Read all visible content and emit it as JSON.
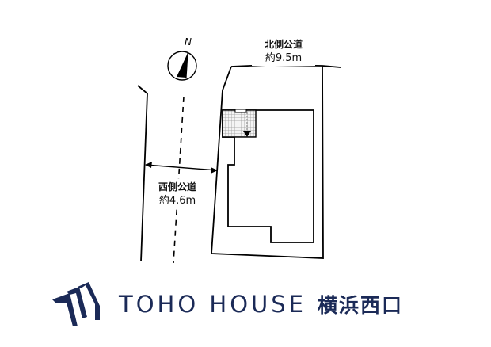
{
  "north_arrow": {
    "letter": "N"
  },
  "roads": {
    "north": {
      "name": "北側公道",
      "width": "約9.5m"
    },
    "west": {
      "name": "西側公道",
      "width": "約4.6m"
    }
  },
  "legend": {
    "entrance_marker": "▼"
  },
  "brand": {
    "name": "TOHO HOUSE",
    "branch": "横浜西口",
    "color": "#1b2a57"
  }
}
